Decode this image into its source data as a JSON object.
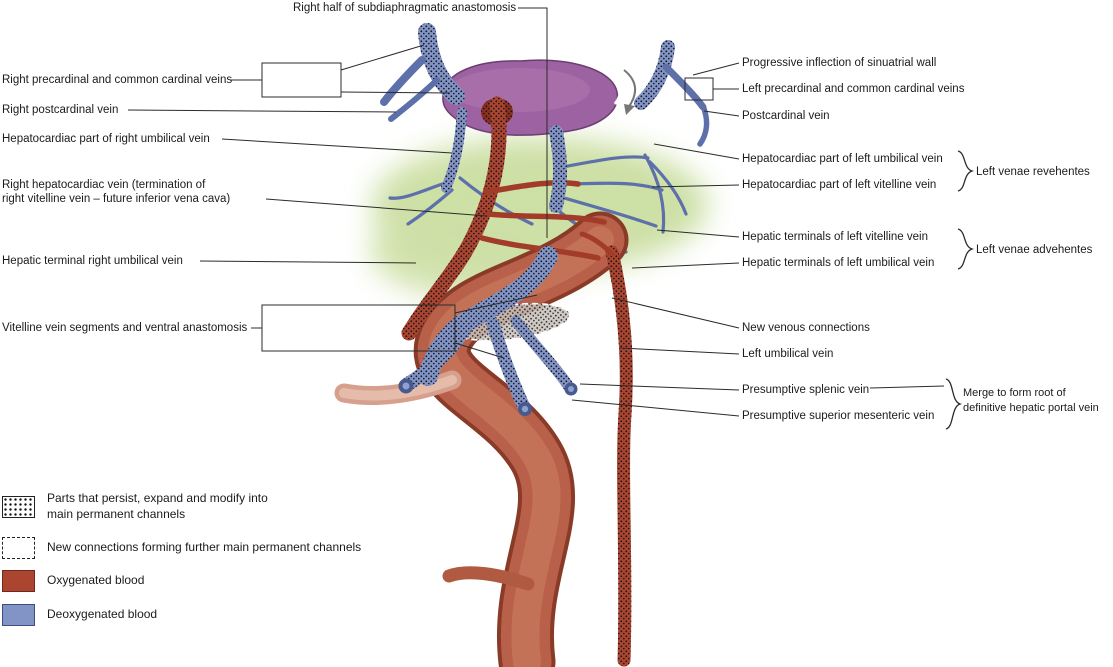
{
  "figure_title": "Right half of subdiaphragmatic anastomosis",
  "left_labels": [
    {
      "text": "Right precardinal and common cardinal veins"
    },
    {
      "text": "Right postcardinal vein"
    },
    {
      "text": "Hepatocardiac part of right umbilical vein"
    },
    {
      "text": "Right hepatocardiac vein (termination of\nright vitelline vein – future inferior vena cava)"
    },
    {
      "text": "Hepatic terminal right umbilical vein"
    },
    {
      "text": "Vitelline vein segments and ventral anastomosis"
    }
  ],
  "right_labels": [
    {
      "text": "Progressive inflection of sinuatrial wall"
    },
    {
      "text": "Left precardinal and common cardinal veins"
    },
    {
      "text": "Postcardinal vein"
    },
    {
      "text": "Hepatocardiac part of left umbilical vein"
    },
    {
      "text": "Hepatocardiac part of left vitelline vein"
    },
    {
      "text": "Hepatic terminals of left vitelline vein"
    },
    {
      "text": "Hepatic terminals of left umbilical vein"
    },
    {
      "text": "New venous connections"
    },
    {
      "text": "Left umbilical vein"
    },
    {
      "text": "Presumptive splenic vein"
    },
    {
      "text": "Presumptive superior mesenteric vein"
    }
  ],
  "brace_groups": [
    {
      "label": "Left venae revehentes"
    },
    {
      "label": "Left venae advehentes"
    },
    {
      "label": "Merge to form root of\ndefinitive hepatic portal vein"
    }
  ],
  "legend": {
    "items": [
      {
        "swatch": "stipple",
        "text": "Parts that persist, expand and modify into\nmain permanent channels"
      },
      {
        "swatch": "dashed-outline",
        "text": "New connections forming further main permanent channels"
      },
      {
        "swatch": "oxygenated",
        "text": "Oxygenated blood"
      },
      {
        "swatch": "deoxygenated",
        "text": "Deoxygenated blood"
      }
    ]
  },
  "colors": {
    "oxygenated": "#ac4530",
    "deoxygenated": "#8294c6",
    "liver_field": "#cde0a6",
    "sinus_venosus": "#9d62a2",
    "leader_line": "#2b2b2b"
  }
}
